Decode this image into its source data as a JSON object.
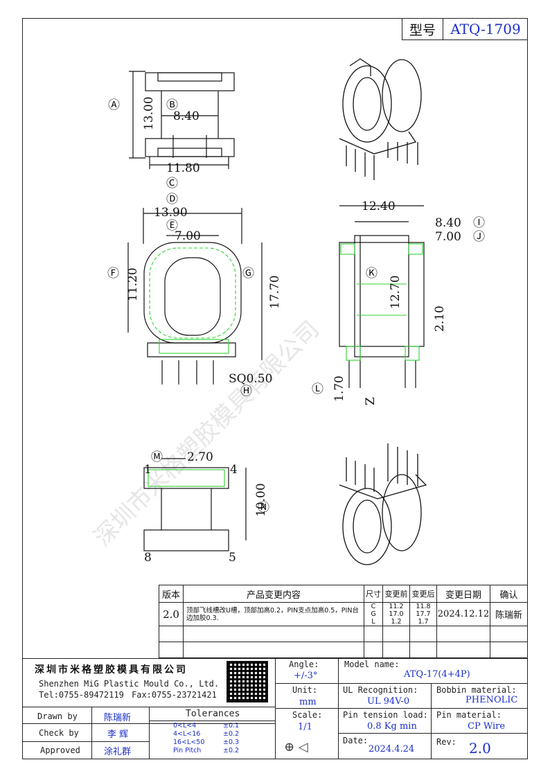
{
  "header": {
    "model_label": "型号",
    "model_value": "ATQ-1709"
  },
  "views": {
    "top": {
      "markers": [
        "Ⓐ",
        "Ⓑ",
        "Ⓒ"
      ],
      "dims": [
        "13.00",
        "8.40",
        "11.80"
      ]
    },
    "front": {
      "markers": [
        "Ⓓ",
        "Ⓔ",
        "Ⓕ",
        "Ⓖ",
        "Ⓗ"
      ],
      "dims": [
        "13.90",
        "7.00",
        "11.20",
        "17.70",
        "SQ0.50"
      ]
    },
    "side": {
      "markers": [
        "Ⓘ",
        "Ⓙ",
        "Ⓚ",
        "Ⓛ"
      ],
      "dims": [
        "12.40",
        "8.40",
        "7.00",
        "12.70",
        "2.10",
        "1.70"
      ],
      "extra": "Z"
    },
    "bottom": {
      "markers": [
        "Ⓜ",
        "Ⓝ"
      ],
      "dims": [
        "2.70",
        "10.00"
      ],
      "pins": [
        "1",
        "4",
        "8",
        "5"
      ]
    }
  },
  "watermark": "深圳市米格塑胶模具有限公司",
  "change_table": {
    "headers": [
      "版本",
      "产品变更内容",
      "尺寸",
      "变更前",
      "变更后",
      "变更日期",
      "确认"
    ],
    "rows": [
      {
        "version": "2.0",
        "content": "顶部飞线槽改U槽，顶部加高0.2，PIN支点加高0.5，PIN台边加胶0.3.",
        "sizes": [
          "C",
          "G",
          "L"
        ],
        "before": [
          "11.2",
          "17.0",
          "1.2"
        ],
        "after": [
          "11.8",
          "17.7",
          "1.7"
        ],
        "date": "2024.12.12",
        "confirm": "陈瑞新"
      }
    ]
  },
  "title_block": {
    "company_cn": "深圳市米格塑胶模具有限公司",
    "company_en": "Shenzhen MiG Plastic Mould Co., Ltd.",
    "tel": "Tel:0755-89472119",
    "fax": "Fax:0755-23721421",
    "angle_label": "Angle:",
    "angle_value": "+/-3°",
    "unit_label": "Unit:",
    "unit_value": "mm",
    "scale_label": "Scale:",
    "scale_value": "1/1",
    "model_name_label": "Model name:",
    "model_name_value": "ATQ-17(4+4P)",
    "ul_label": "UL Recognition:",
    "ul_value": "UL 94V-0",
    "bobbin_label": "Bobbin material:",
    "bobbin_value": "PHENOLIC",
    "pin_tension_label": "Pin tension load:",
    "pin_tension_value": "0.8 Kg min",
    "pin_material_label": "Pin material:",
    "pin_material_value": "CP Wire",
    "date_label": "Date:",
    "date_value": "2024.4.24",
    "rev_label": "Rev:",
    "rev_value": "2.0",
    "drawn_label": "Drawn by",
    "drawn_value": "陈瑞新",
    "check_label": "Check by",
    "check_value": "李  辉",
    "approved_label": "Approved",
    "approved_value": "涂礼群",
    "tolerances_label": "Tolerances",
    "tolerances": [
      {
        "range": "0<L<4",
        "tol": "±0.1"
      },
      {
        "range": "4<L<16",
        "tol": "±0.2"
      },
      {
        "range": "16<L<50",
        "tol": "±0.3"
      },
      {
        "range": "Pin Pitch",
        "tol": "±0.2"
      }
    ]
  },
  "colors": {
    "ink": "#111111",
    "blue": "#1a2ec8",
    "green": "#2fd12f"
  }
}
